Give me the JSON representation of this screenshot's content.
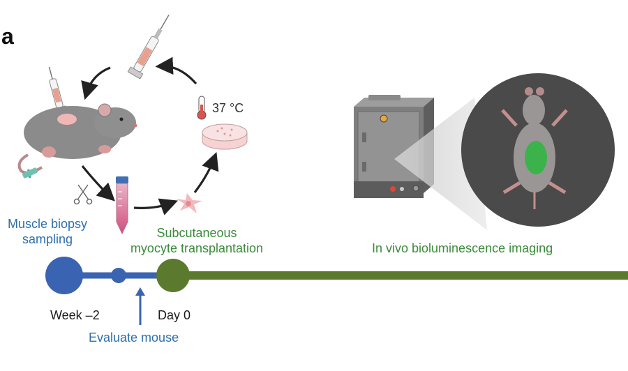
{
  "panel_label": "a",
  "temperature_label": "37 °C",
  "steps": {
    "biopsy": [
      "Muscle biopsy",
      "sampling"
    ],
    "transplant": [
      "Subcutaneous",
      "myocyte transplantation"
    ],
    "imaging": "In vivo bioluminescence imaging"
  },
  "timeline": {
    "start_label": "Week –2",
    "day0_label": "Day 0",
    "evaluate_label": "Evaluate mouse"
  },
  "colors": {
    "blue": "#3a63b2",
    "green": "#5b7a2e",
    "blue_text": "#2e6fad",
    "green_text": "#3a8a3a",
    "tumor_green": "#3bb34a"
  }
}
